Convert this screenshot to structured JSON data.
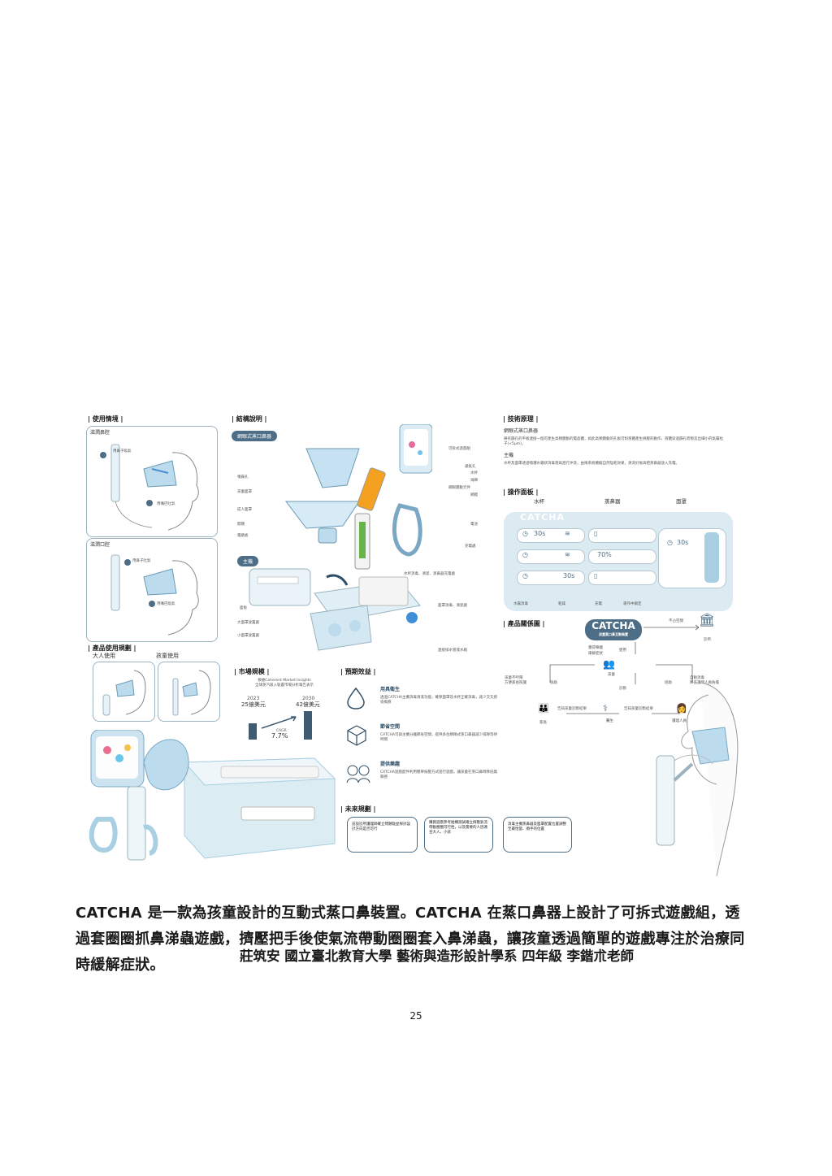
{
  "poster": {
    "sections": {
      "usage_scenarios": "| 使用情境 |",
      "structure": "| 結構說明 |",
      "tech_principle": "| 技術原理 |",
      "product_usage_plan": "| 產品使用規劃 |",
      "market_size": "| 市場規模 |",
      "expected_benefits": "| 預期效益 |",
      "control_panel": "| 操作面板 |",
      "product_relations": "| 產品關係圖 |",
      "future_plan": "| 未來規劃 |"
    },
    "usage": {
      "nasal_title": "滋潤鼻腔",
      "nasal_step1": "用鼻子吸氣",
      "nasal_step2": "用嘴巴吐氣",
      "oral_title": "滋潤口腔",
      "oral_step1": "用鼻子吐氣",
      "oral_step2": "用嘴巴吸氣",
      "adult_use": "大人使用",
      "child_use": "孩童使用"
    },
    "structure": {
      "pill_nebulizer": "網眼式蒸口鼻器",
      "pill_host": "主機",
      "labels_left": [
        "噴霧孔",
        "孩童面罩",
        "成人面罩",
        "開關",
        "電路板"
      ],
      "labels_right": [
        "可拆式遊戲組",
        "通氣孔",
        "水杯",
        "海綿",
        "網眼震動元件",
        "網膜",
        "電池",
        "充電處"
      ],
      "host_labels_left": [
        "面板",
        "大面罩放置處",
        "小面罩放置處"
      ],
      "host_labels_right": [
        "水杯消毒、清潔、蒸鼻器充電處",
        "面罩消毒、清潔處",
        "連接排水管或水箱"
      ]
    },
    "tech": {
      "heading1": "網眼式蒸口鼻器",
      "text1": "將有篩孔的平板連接一個可產生高頻震動的電晶體，如此高頻震動的孔板可對液體產生擠壓的動作，液體穿過篩孔而製造出細小的氣霧粒子(<5μm)。",
      "heading2": "主機",
      "text2": "水杯及面罩透過噴灑水霧狀消毒液再進行沖洗，由風系統機擬自然陰乾效果，清洗好後再把蒸鼻器放入充電。"
    },
    "panel": {
      "col_water_cup": "水杯",
      "col_nebulizer": "蒸鼻器",
      "col_mask": "面罩",
      "brand": "CATCHA",
      "row1_time": "30s",
      "row2_battery": "70%",
      "row3_time": "30s",
      "mask_time": "30s",
      "bottom_labels": [
        "水霧消毒",
        "乾燥",
        "充電",
        "運作中鎖定"
      ]
    },
    "relations": {
      "brand": "CATCHA",
      "brand_sub": "孩童蒸口鼻互動裝置",
      "space": "不占空間",
      "clinic": "診所",
      "fun": "獲得樂趣",
      "relieve": "緩解症狀",
      "use": "使用",
      "child": "孩童",
      "diagnose": "診斷",
      "assist_left": "協助",
      "assist_right": "協助",
      "parent_note": "孩童不哼鬧\n方便家長照護",
      "nurse_note": "自動消毒\n降低護理人員負擔",
      "parent": "家長",
      "doctor": "醫生",
      "nurse": "護理人員",
      "inform_left": "告知孩童診斷結果",
      "inform_right": "告知孩童診斷結果"
    },
    "market": {
      "source": "根據Coherent Market Insights\n全球蒸汽吸入裝置市場分析報告表示",
      "year_2023": "2023",
      "value_2023": "25億美元",
      "year_2030": "2030",
      "value_2030": "42億美元",
      "cagr_label": "CAGR",
      "cagr_value": "7.7%"
    },
    "benefits": [
      {
        "title": "用具衛生",
        "text": "透過CATCHA主機消毒清潔功能，確保面罩及水杯正確消毒，減少交叉感染風險"
      },
      {
        "title": "節省空間",
        "text": "CATCHA可與主機分離節省空間，提供多台網眼式蒸口鼻器減少排隊等待時間"
      },
      {
        "title": "提供樂趣",
        "text": "CATCHA遊戲配件利用簡單按壓方式進行遊戲，讓孩童在蒸口鼻時降低無聊感"
      }
    ],
    "future": [
      "訪談診所護理師確立問題點並探討設計方向是否可行",
      "購買遊戲參考給構測試確立擠壓氣流帶動圈圈可行性，以及需要的人因適合大人、小孩",
      "消毒主機蒸鼻器及面罩配置位置調整至最恰當、順手的位置"
    ]
  },
  "caption": "CATCHA 是一款為孩童設計的互動式蒸口鼻裝置。CATCHA 在蒸口鼻器上設計了可拆式遊戲組，透過套圈圈抓鼻涕蟲遊戲，擠壓把手後使氣流帶動圈圈套入鼻涕蟲，讓孩童透過簡單的遊戲專注於治療同時緩解症狀。",
  "credit": "莊筑安  國立臺北教育大學  藝術與造形設計學系  四年級  李鍇朮老師",
  "page_number": "25",
  "colors": {
    "accent": "#4d6e86",
    "light_blue": "#a9cfe3",
    "panel_bg": "#dcebf2"
  }
}
